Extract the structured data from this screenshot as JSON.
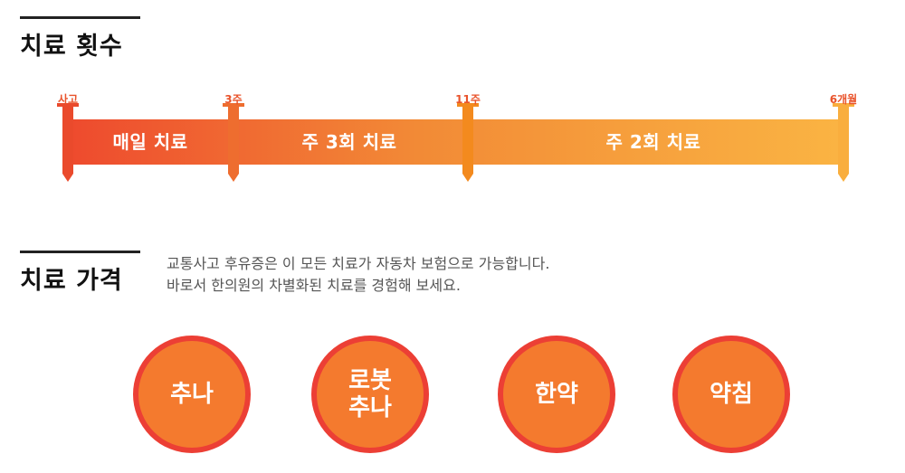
{
  "sections": {
    "count_title": "치료 횟수",
    "price_title": "치료 가격"
  },
  "timeline": {
    "markers": [
      "사고",
      "3주",
      "11주",
      "6개월"
    ],
    "segments": [
      "매일 치료",
      "주 3회 치료",
      "주 2회 치료"
    ]
  },
  "price": {
    "description_line1": "교통사고 후유증은 이 모든 치료가 자동차 보험으로 가능합니다.",
    "description_line2": "바로서 한의원의 차별화된 치료를 경험해 보세요."
  },
  "treatments": [
    "추나",
    "로봇\n추나",
    "한약",
    "약침"
  ],
  "colors": {
    "accent_start": "#ee4a2e",
    "accent_end": "#fab443",
    "circle_fill": "#f47a2e",
    "circle_ring": "#ec3f35"
  }
}
